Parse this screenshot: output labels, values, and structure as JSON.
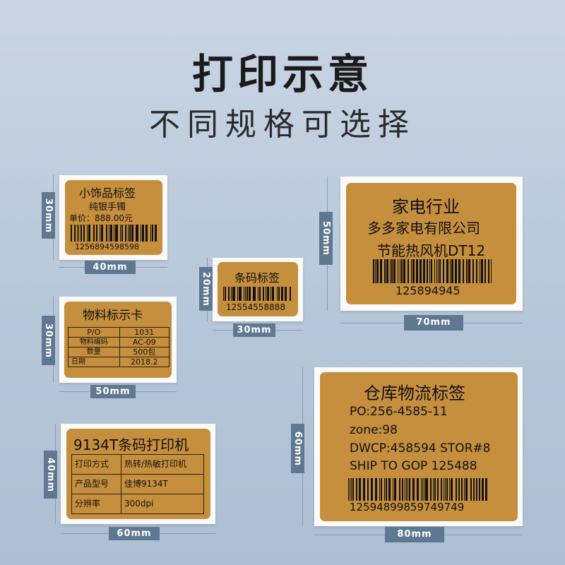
{
  "header": {
    "title": "打印示意",
    "subtitle": "不同规格可选择"
  },
  "colors": {
    "background": "#bccbdc",
    "label": "#c58f3e",
    "tag": "#5f7891"
  },
  "labels": {
    "jewelry": {
      "width": "40mm",
      "height": "30mm",
      "title": "小饰品标签",
      "product": "纯银手镯",
      "price": "单价：888.00元",
      "barcode_number": "1256894598598"
    },
    "barcode": {
      "width": "30mm",
      "height": "20mm",
      "title": "条码标签",
      "barcode_number": "12554558888"
    },
    "appliance": {
      "width": "70mm",
      "height": "50mm",
      "line1": "家电行业",
      "line2": "多多家电有限公司",
      "line3": "节能热风机DT12",
      "barcode_number": "125894945"
    },
    "material": {
      "width": "50mm",
      "height": "30mm",
      "title": "物料标示卡",
      "rows": [
        {
          "k": "P/O",
          "v": "1031"
        },
        {
          "k": "物料编码",
          "v": "AC-09"
        },
        {
          "k": "数量",
          "v": "500包"
        },
        {
          "k": "日期",
          "v": "2018.2"
        }
      ]
    },
    "printer": {
      "width": "60mm",
      "height": "40mm",
      "title": "9134T条码打印机",
      "rows": [
        {
          "k": "打印方式",
          "v": "热转/热敏打印机"
        },
        {
          "k": "产品型号",
          "v": "佳博9134T"
        },
        {
          "k": "分辨率",
          "v": "300dpi"
        }
      ]
    },
    "warehouse": {
      "width": "80mm",
      "height": "60mm",
      "title": "仓库物流标签",
      "lines": [
        "PO:256-4585-11",
        "zone:98",
        "DWCP:458594 STOR#8",
        "SHIP TO GOP  125488"
      ],
      "barcode_number": "12594899859749749"
    }
  }
}
